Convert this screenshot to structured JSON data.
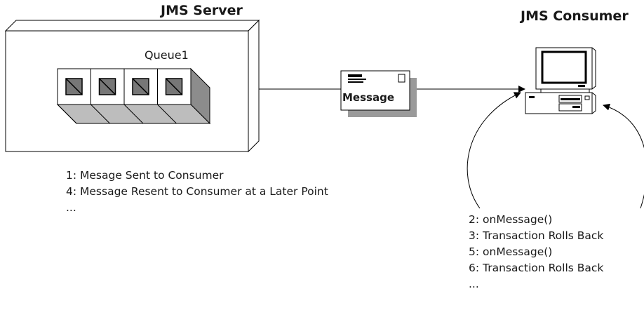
{
  "server": {
    "title": "JMS Server",
    "queue_label": "Queue1",
    "steps": [
      "1: Mesage Sent to Consumer",
      "4: Message Resent to Consumer at a Later Point",
      "..."
    ]
  },
  "message": {
    "label": "Message"
  },
  "consumer": {
    "title": "JMS Consumer",
    "steps": [
      "2: onMessage()",
      "3: Transaction Rolls Back",
      "5: onMessage()",
      "6: Transaction Rolls Back",
      "..."
    ]
  },
  "colors": {
    "stroke": "#000000",
    "box_fill": "#ffffff",
    "shadow_gray": "#9a9a9a",
    "queue_side": "#8c8c8c",
    "queue_inner": "#777777"
  }
}
